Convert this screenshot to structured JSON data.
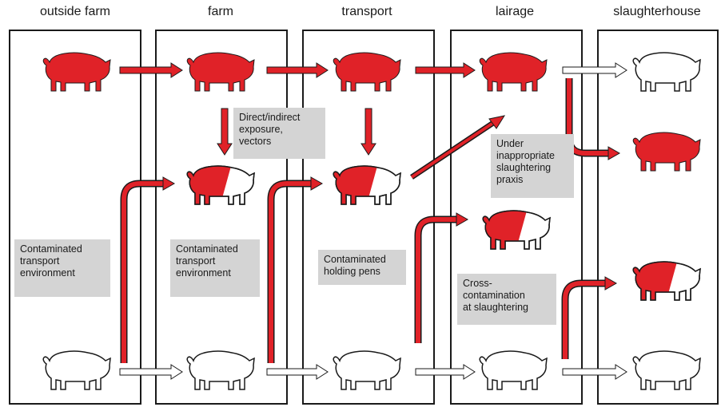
{
  "stages": [
    "outside farm",
    "farm",
    "transport",
    "lairage",
    "slaughterhouse"
  ],
  "notes": {
    "exposure": "Direct/indirect\nexposure,\nvectors",
    "outside_farm_env": "Contaminated\ntransport\nenvironment",
    "farm_env": "Contaminated\ntransport\nenvironment",
    "holding_pens": "Contaminated\nholding pens",
    "slaughtering_praxis": "Under\ninappropriate\nslaughtering\npraxis",
    "cross_contamination": "Cross-\ncontamination\nat slaughtering"
  },
  "colors": {
    "infected": "#e02228",
    "healthy": "#ffffff",
    "outline": "#1a1a1a",
    "note_bg": "#d4d4d4"
  },
  "legend_icons": [
    "pig-fully-infected-icon",
    "pig-partially-infected-icon",
    "pig-uninfected-icon"
  ]
}
